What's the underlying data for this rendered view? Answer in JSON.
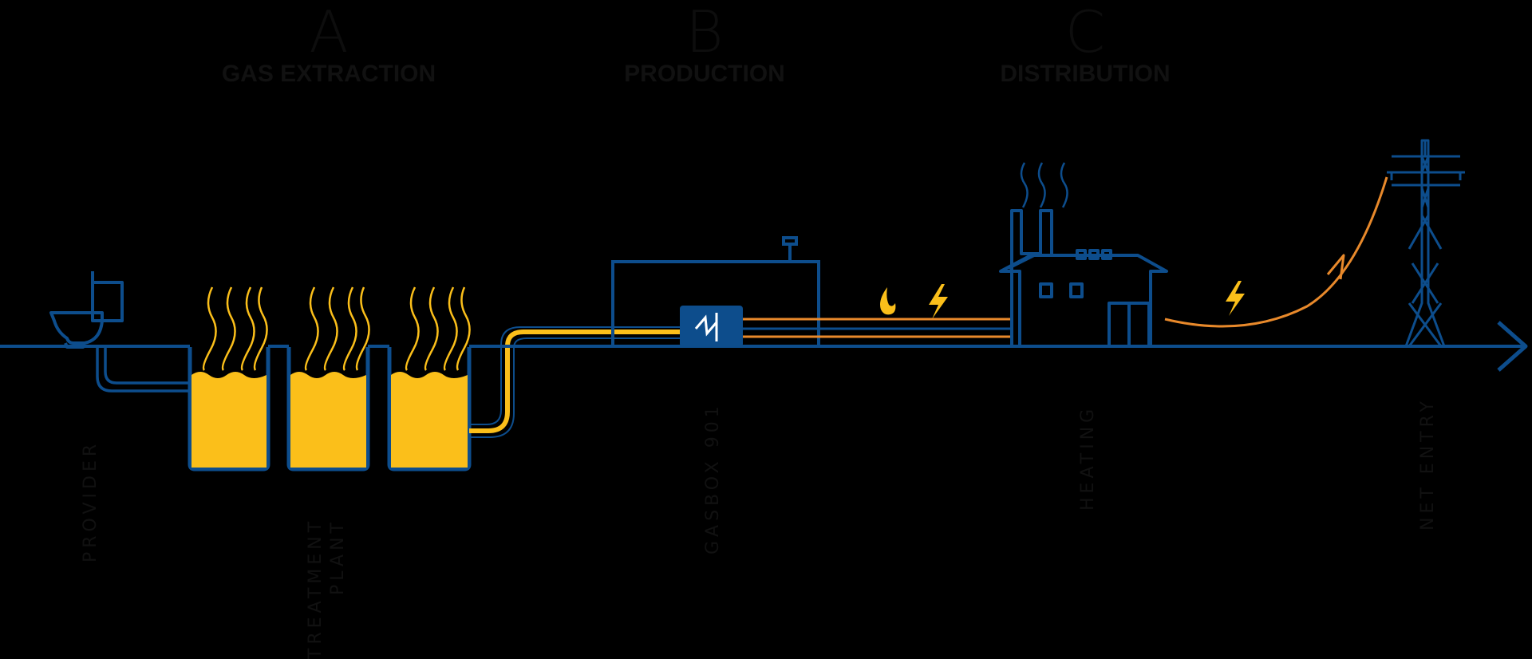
{
  "stages": [
    {
      "letter": "A",
      "title": "GAS EXTRACTION"
    },
    {
      "letter": "B",
      "title": "PRODUCTION"
    },
    {
      "letter": "C",
      "title": "DISTRIBUTION"
    }
  ],
  "labels": {
    "provider": "PROVIDER",
    "treatment_line1": "TREATMENT",
    "treatment_line2": "PLANT",
    "gasbox": "GASBOX 901",
    "heating": "HEATING",
    "net_entry": "NET ENTRY"
  },
  "colors": {
    "background": "#000000",
    "line_blue": "#0d4d8c",
    "gas_yellow": "#fbbf1a",
    "power_orange": "#e8892b",
    "label_dark": "#111111"
  },
  "icons": [
    "toilet-icon",
    "tank-icon",
    "gasbox-icon",
    "flame-icon",
    "lightning-icon",
    "factory-icon",
    "power-tower-icon",
    "arrow-right-icon"
  ]
}
